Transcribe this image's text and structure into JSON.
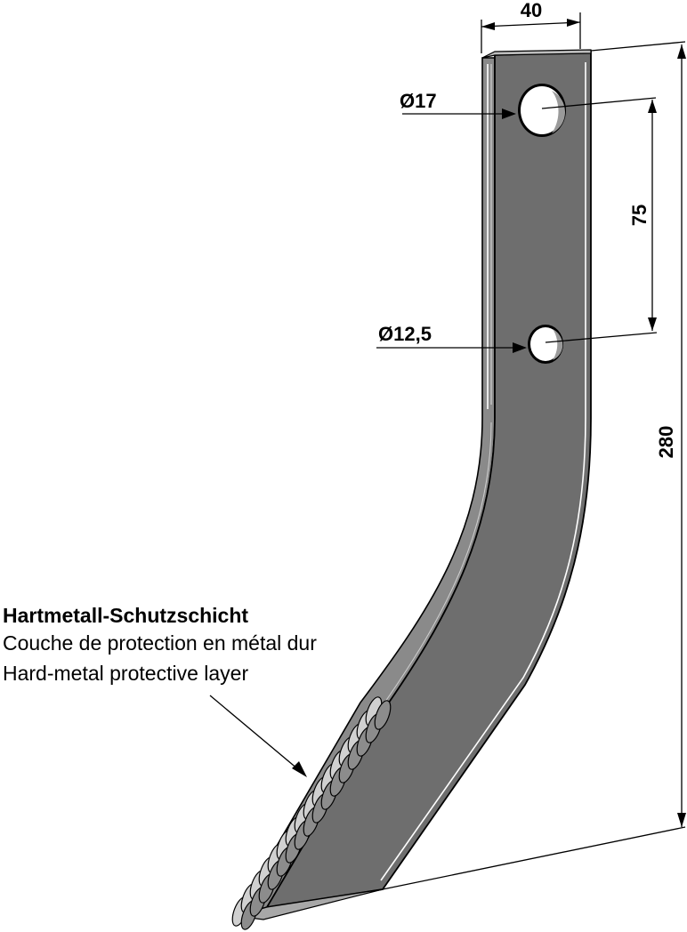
{
  "dimensions": {
    "width": "40",
    "hole_top_diameter": "Ø17",
    "hole_bottom_diameter": "Ø12,5",
    "hole_spacing": "75",
    "total_length": "280"
  },
  "callout": {
    "line1": "Hartmetall-Schutzschicht",
    "line2": "Couche de protection en métal dur",
    "line3": "Hard-metal protective layer"
  },
  "colors": {
    "blade_fill": "#6e6e6e",
    "blade_edge": "#000000",
    "highlight": "#ffffff",
    "hardmetal_fill": "#8c8c8c",
    "hole_fill": "#ffffff",
    "hole_shade": "#9a9a9a"
  }
}
